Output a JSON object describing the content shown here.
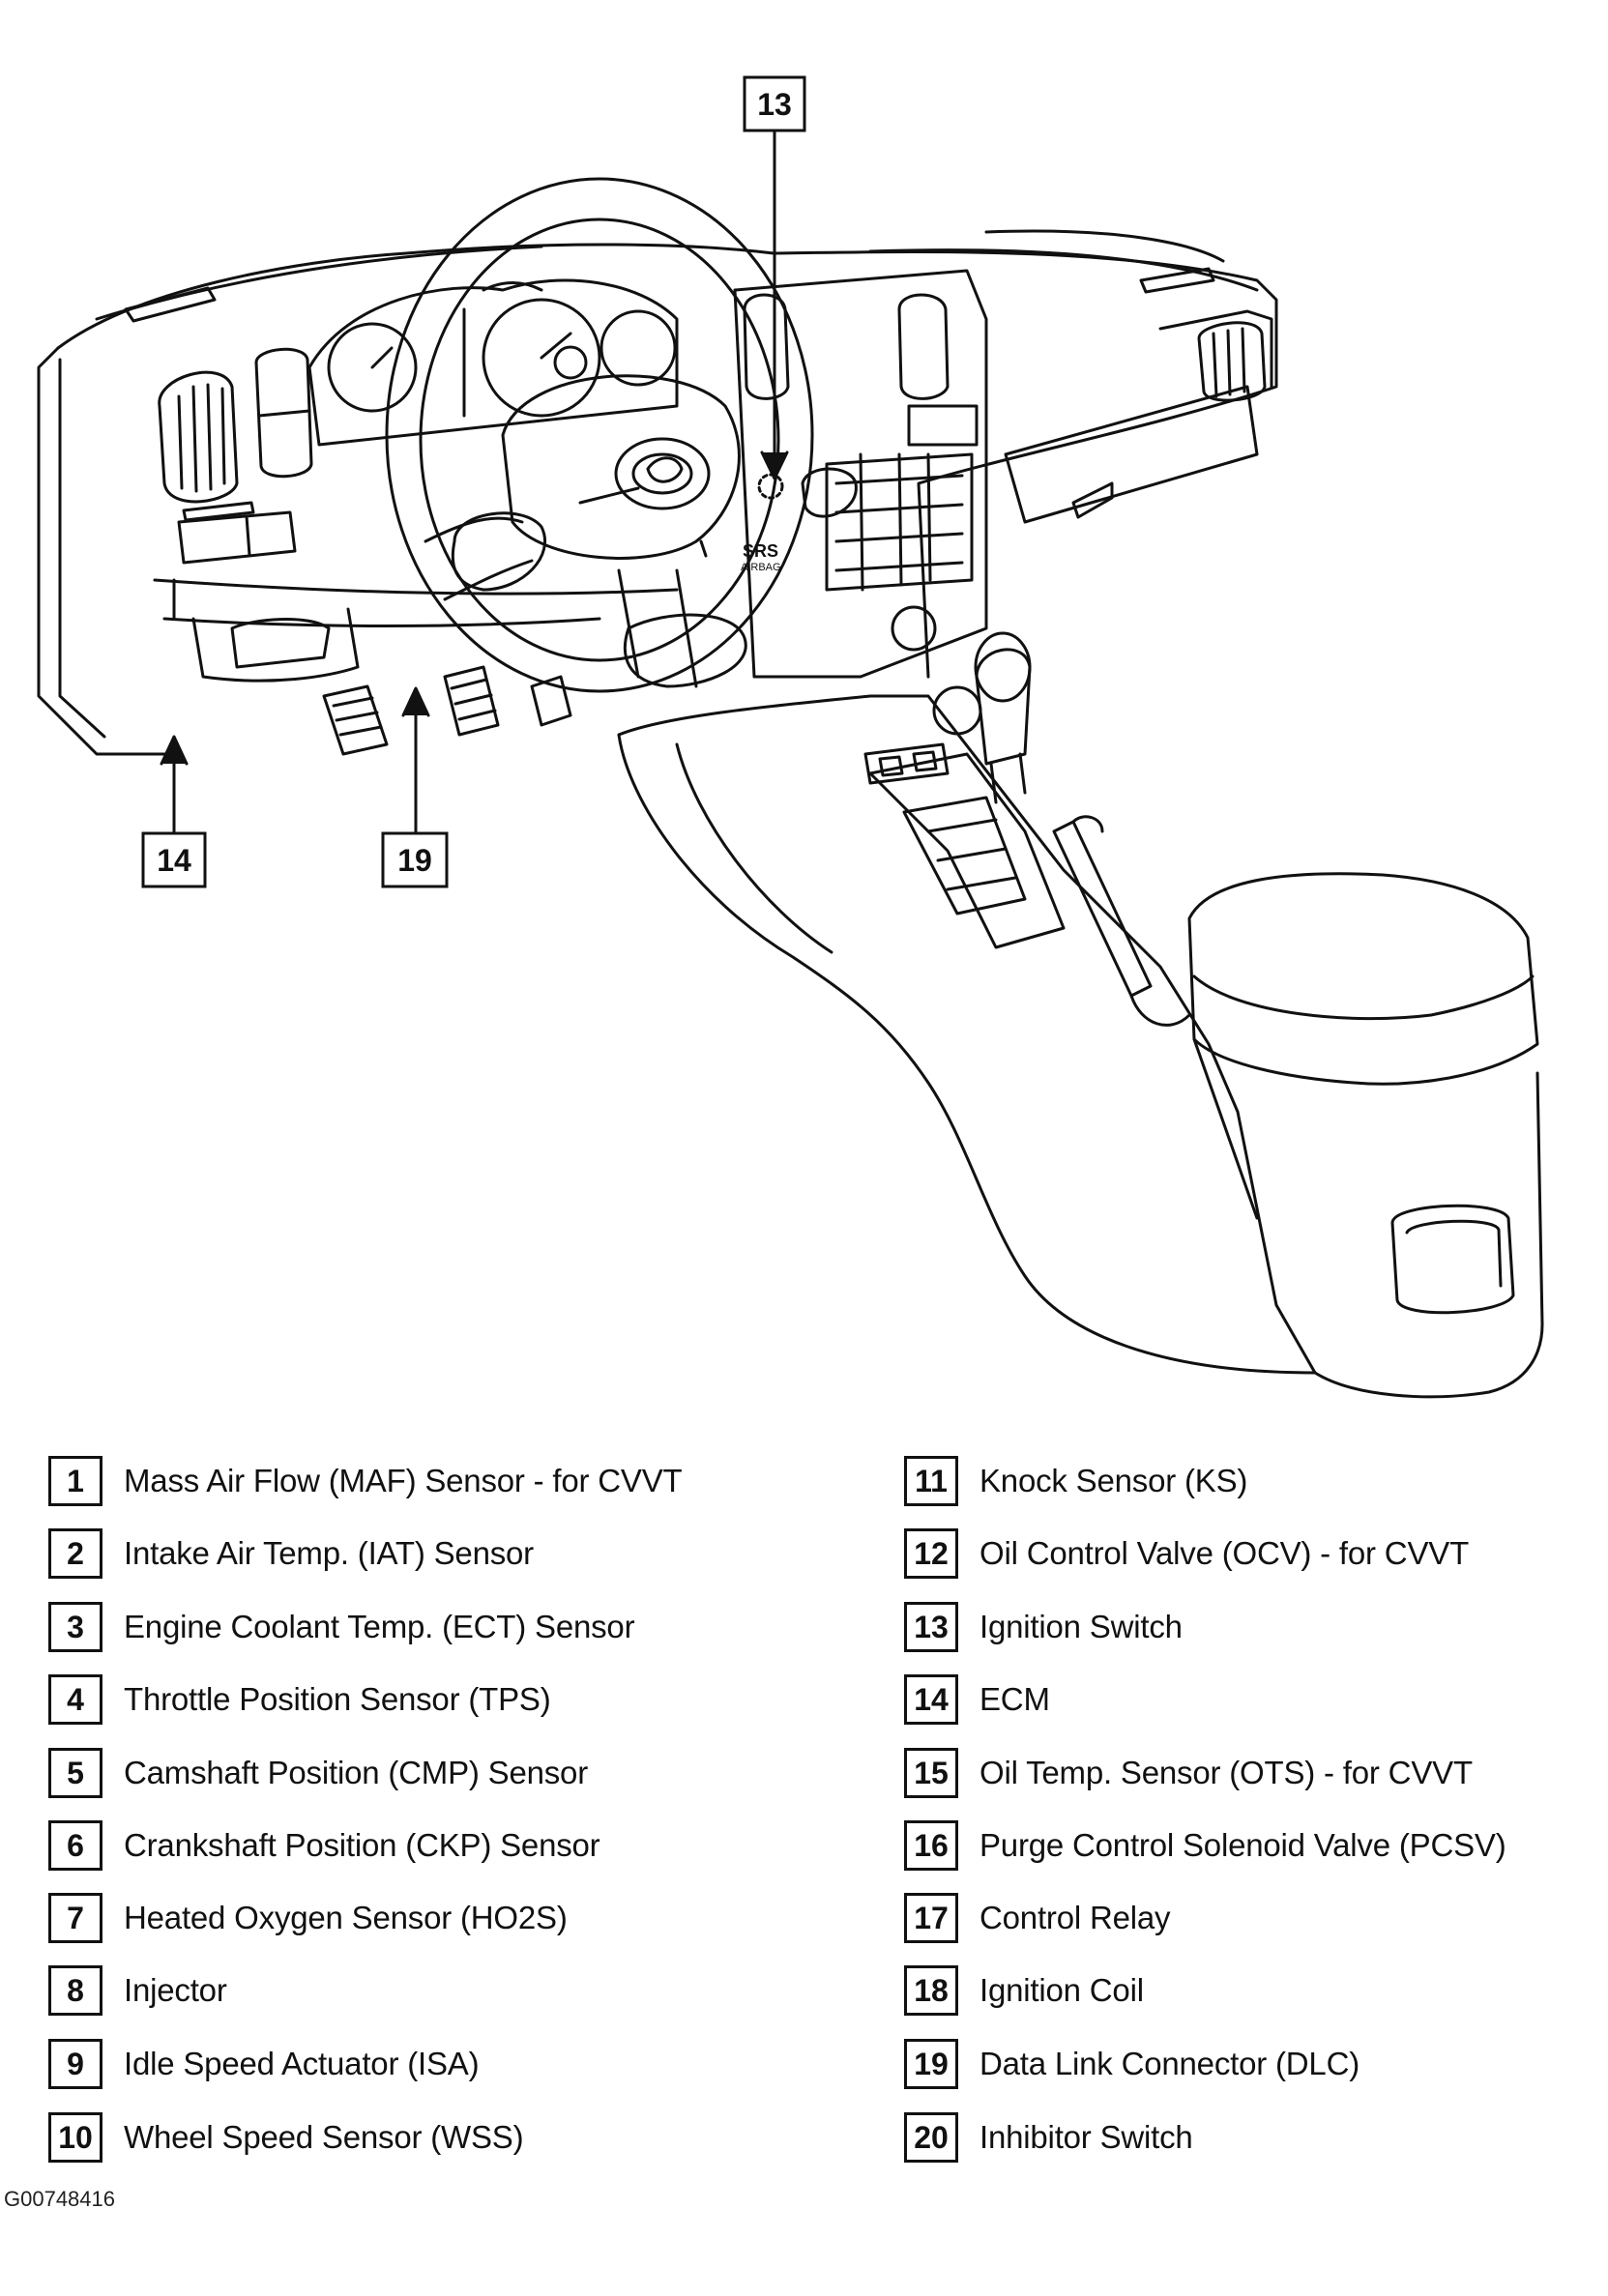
{
  "callouts": [
    {
      "number": "13"
    },
    {
      "number": "14"
    },
    {
      "number": "19"
    }
  ],
  "legend": {
    "left": [
      {
        "number": "1",
        "label": "Mass Air Flow (MAF) Sensor - for CVVT"
      },
      {
        "number": "2",
        "label": "Intake Air Temp. (IAT) Sensor"
      },
      {
        "number": "3",
        "label": "Engine Coolant Temp. (ECT) Sensor"
      },
      {
        "number": "4",
        "label": "Throttle Position Sensor (TPS)"
      },
      {
        "number": "5",
        "label": "Camshaft Position (CMP) Sensor"
      },
      {
        "number": "6",
        "label": "Crankshaft Position (CKP) Sensor"
      },
      {
        "number": "7",
        "label": "Heated Oxygen Sensor  (HO2S)"
      },
      {
        "number": "8",
        "label": "Injector"
      },
      {
        "number": "9",
        "label": "Idle Speed Actuator (ISA)"
      },
      {
        "number": "10",
        "label": "Wheel Speed Sensor (WSS)"
      }
    ],
    "right": [
      {
        "number": "11",
        "label": "Knock Sensor  (KS)"
      },
      {
        "number": "12",
        "label": "Oil Control Valve (OCV) - for CVVT"
      },
      {
        "number": "13",
        "label": "Ignition Switch"
      },
      {
        "number": "14",
        "label": "ECM"
      },
      {
        "number": "15",
        "label": "Oil Temp. Sensor (OTS) - for CVVT"
      },
      {
        "number": "16",
        "label": "Purge Control Solenoid Valve (PCSV)"
      },
      {
        "number": "17",
        "label": "Control Relay"
      },
      {
        "number": "18",
        "label": "Ignition Coil"
      },
      {
        "number": "19",
        "label": "Data Link Connector (DLC)"
      },
      {
        "number": "20",
        "label": "Inhibitor Switch"
      }
    ]
  },
  "figure_id": "G00748416",
  "illustration": {
    "airbag_text_1": "SRS",
    "airbag_text_2": "AIRBAG"
  }
}
